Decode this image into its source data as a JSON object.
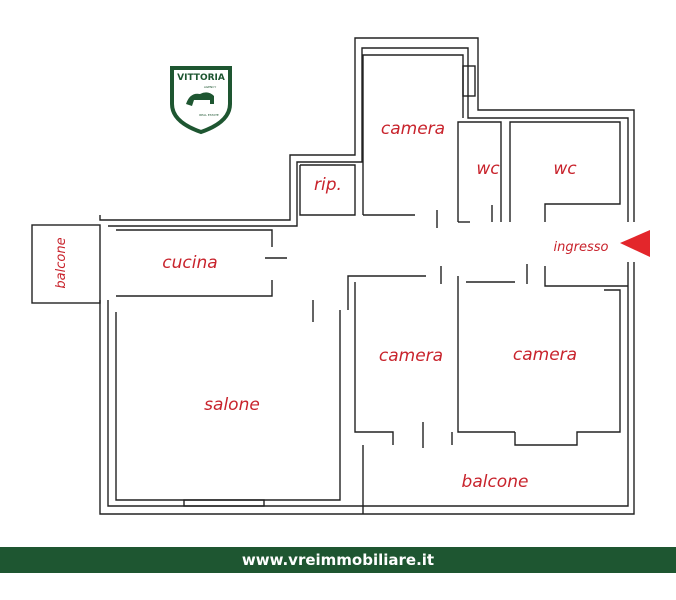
{
  "logo": {
    "brand": "VITTORIA",
    "tagline_small": "AGENCY",
    "tagline": "REAL ESTATE"
  },
  "rooms": {
    "camera_top": "camera",
    "rip": "rip.",
    "wc_left": "wc",
    "wc_right": "wc",
    "balcone_left": "balcone",
    "cucina": "cucina",
    "ingresso": "ingresso",
    "camera_mid": "camera",
    "camera_right": "camera",
    "salone": "salone",
    "balcone_bottom": "balcone"
  },
  "footer": {
    "url": "www.vreimmobiliare.it"
  },
  "colors": {
    "label": "#c8232c",
    "footer_bg": "#1e5631",
    "logo_green": "#1e5631"
  }
}
